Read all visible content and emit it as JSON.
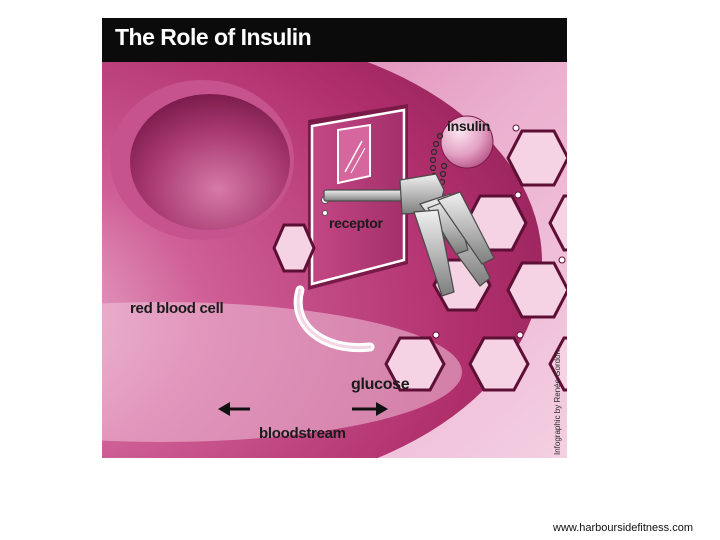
{
  "title": "The Role of Insulin",
  "labels": {
    "insulin": "insulin",
    "receptor": "receptor",
    "red_blood_cell": "red blood cell",
    "glucose": "glucose",
    "bloodstream": "bloodstream"
  },
  "credit": "Infographic by Renée Gordon",
  "website": "www.harboursidefitness.com",
  "colors": {
    "cell": "#b02f6c",
    "plasma": "#e7a3c6",
    "title_bar": "#0b0b0b",
    "glucose_fill": "#f6d3e4"
  }
}
